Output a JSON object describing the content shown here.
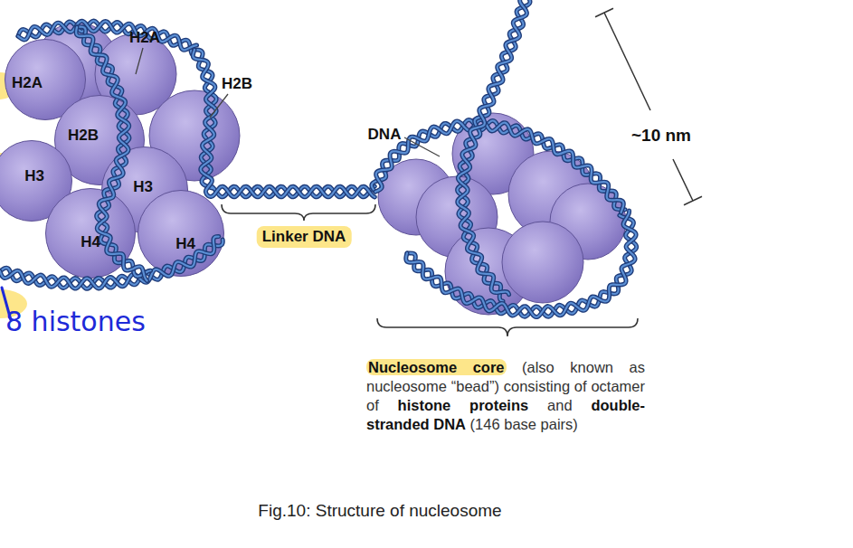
{
  "diagram": {
    "caption": "Fig.10: Structure of nucleosome",
    "nodes": [
      {
        "text": [
          "H2A"
        ]
      },
      {
        "text": [
          "H2B"
        ]
      },
      {
        "text": [
          "H3"
        ]
      },
      {
        "text": [
          "H3"
        ]
      },
      {
        "text": [
          "H4"
        ]
      },
      {
        "text": [
          "H4"
        ]
      }
    ],
    "labels": [
      "H2A",
      "H2B",
      "DNA",
      "~10 nm",
      "Linker DNA",
      "8 histones",
      "Nucleosome core",
      "(also known as nucleosome “bead”) consisting of octamer of",
      "histone proteins",
      "and",
      "double-stranded DNA",
      "(146 base pairs)"
    ]
  }
}
